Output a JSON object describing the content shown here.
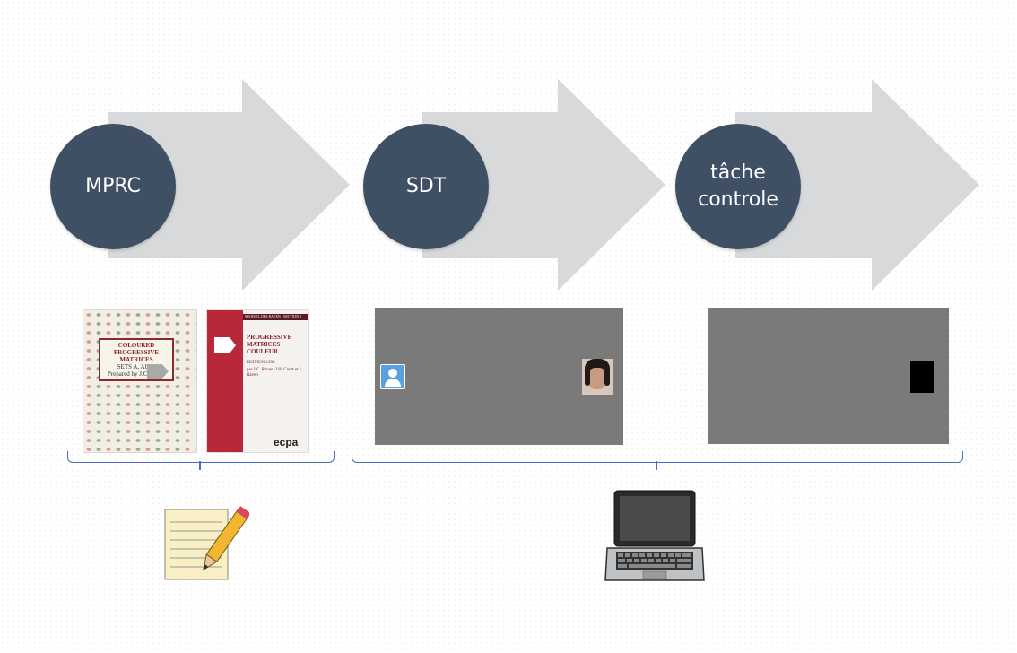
{
  "steps": [
    {
      "label": "MPRC"
    },
    {
      "label": "SDT"
    },
    {
      "label": "tâche\ncontrole"
    }
  ],
  "books": {
    "left": {
      "title": "COLOURED PROGRESSIVE MATRICES",
      "sets": "SETS A, Ab, B",
      "author": "Prepared by J.C Raven"
    },
    "right": {
      "header": "MANUEL DES RAVEN · SECTION 2",
      "title": "PROGRESSIVE MATRICES COULEUR",
      "edition": "EDITION 1998",
      "authors": "par J.C. Raven, J.H. Court et J. Raven",
      "publisher": "ecpa"
    }
  },
  "colors": {
    "circle": "#3f4f64",
    "arrow": "#d7d9db",
    "screen": "#7a7a7a",
    "brace": "#4a6fb5"
  },
  "icons": [
    "avatar-placeholder-icon",
    "face-photo",
    "black-rectangle",
    "notepad-pencil-icon",
    "laptop-icon"
  ]
}
